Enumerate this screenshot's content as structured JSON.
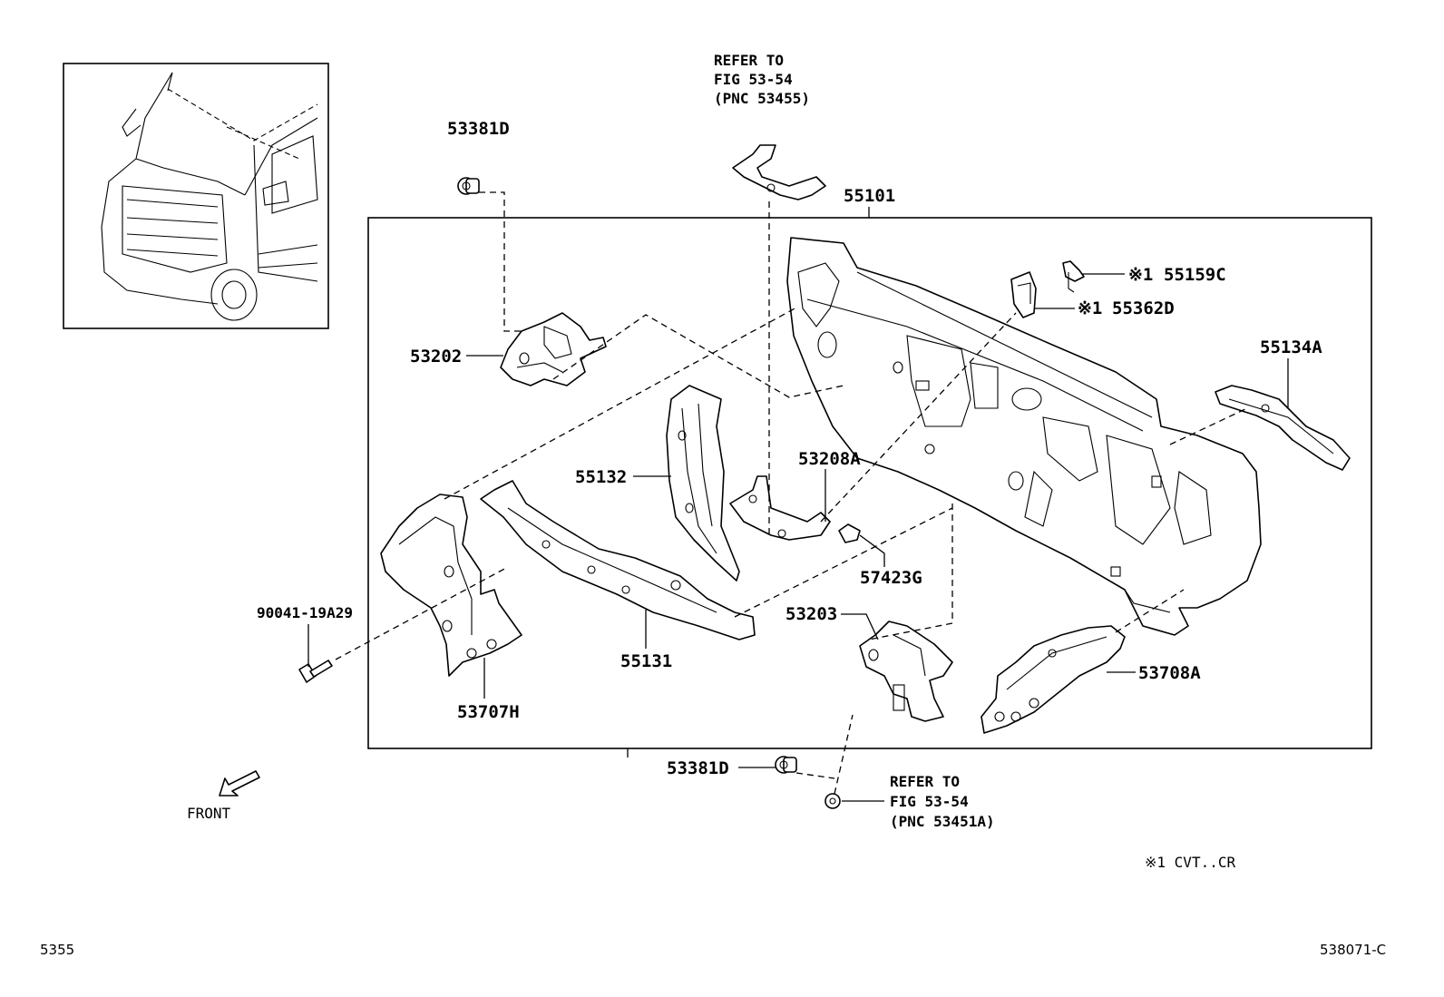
{
  "diagram": {
    "labels": {
      "p53381D_top": "53381D",
      "p53381D_bottom": "53381D",
      "p55101": "55101",
      "p53202": "53202",
      "p55159C": "55159C",
      "p55362D": "55362D",
      "p55134A": "55134A",
      "p55132": "55132",
      "p53208A": "53208A",
      "p57423G": "57423G",
      "p53203": "53203",
      "p90041": "90041-19A29",
      "p55131": "55131",
      "p53707H": "53707H",
      "p53708A": "53708A"
    },
    "marks": {
      "m55159C": "※1",
      "m55362D": "※1"
    },
    "ref_top": [
      "REFER TO",
      "FIG 53-54",
      "(PNC 53455)"
    ],
    "ref_bottom": [
      "REFER TO",
      "FIG 53-54",
      "(PNC 53451A)"
    ],
    "front_label": "FRONT",
    "legend_note": "※1 CVT..CR",
    "footer_left": "5355",
    "footer_right": "538071-C"
  }
}
